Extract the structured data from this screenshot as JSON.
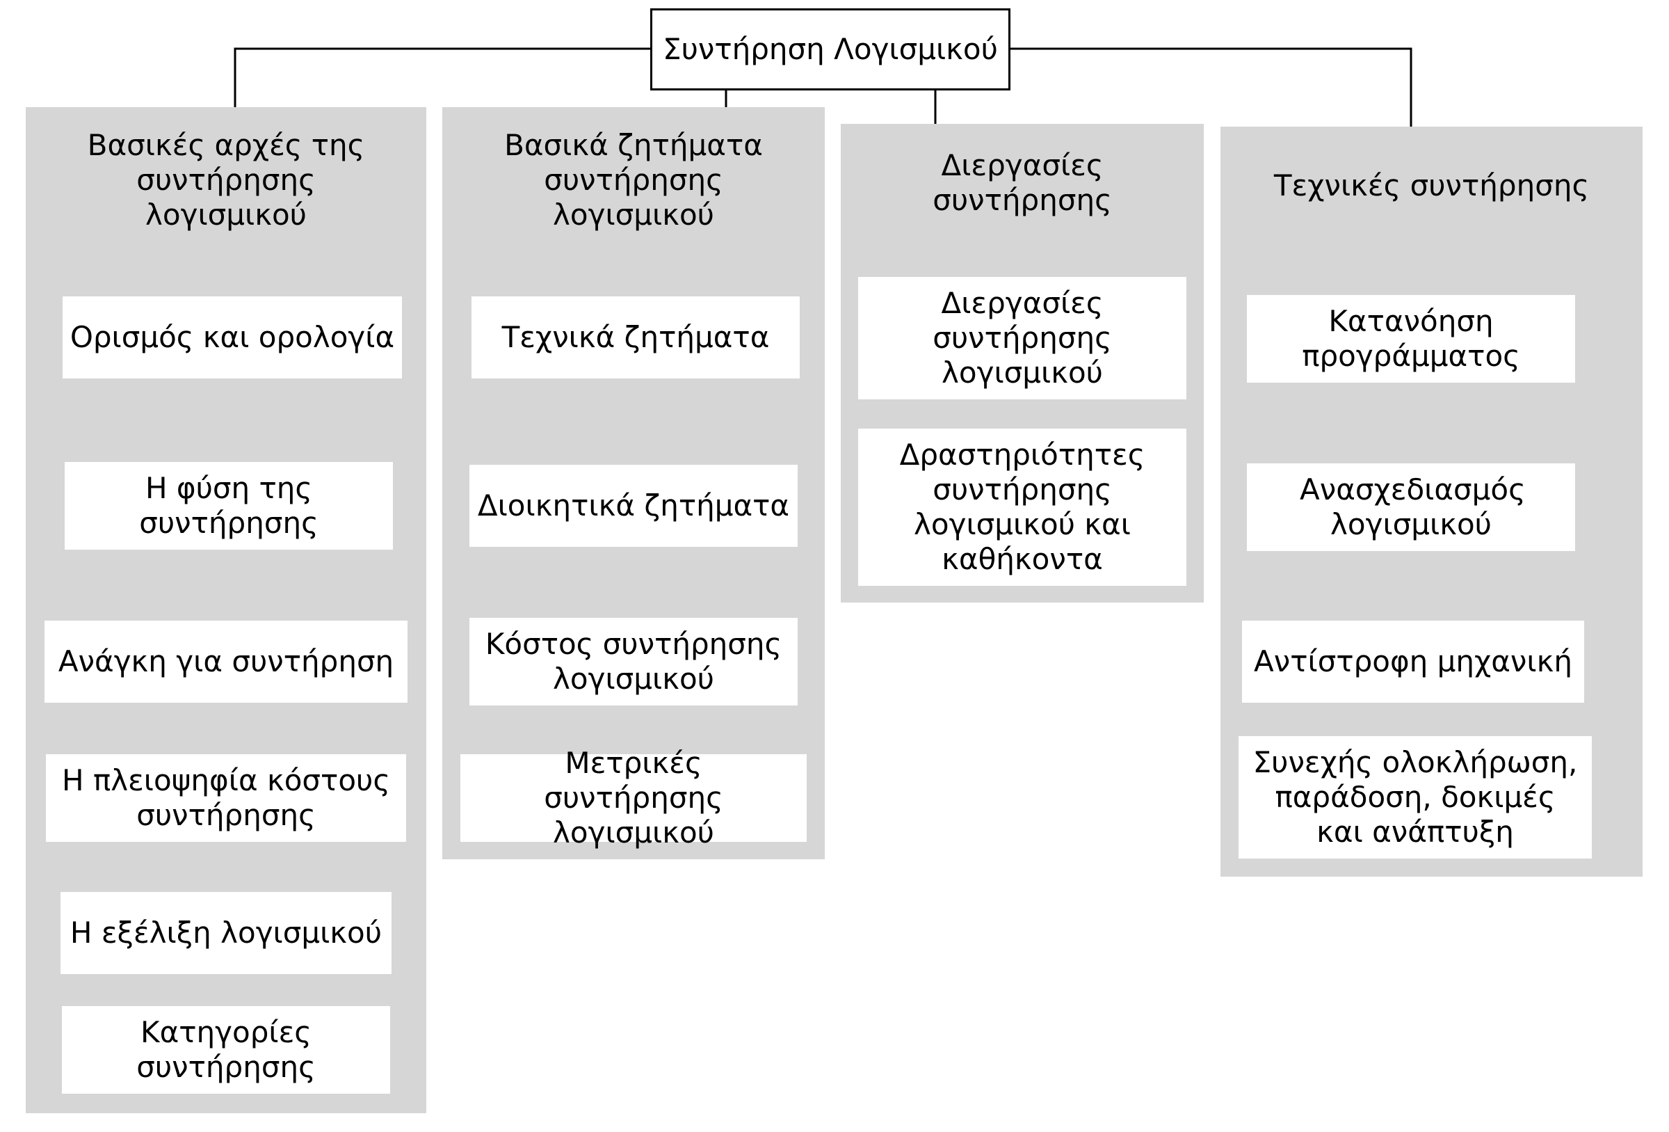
{
  "diagram": {
    "root": "Συντήρηση Λογισμικού",
    "columns": [
      {
        "title": "Βασικές αρχές της συντήρησης λογισμικού",
        "items": [
          "Ορισμός και ορολογία",
          "Η φύση της συντήρησης",
          "Ανάγκη για συντήρηση",
          "Η πλειοψηφία κόστους συντήρησης",
          "Η εξέλιξη λογισμικού",
          "Κατηγορίες συντήρησης"
        ]
      },
      {
        "title": "Βασικά ζητήματα συντήρησης λογισμικού",
        "items": [
          "Τεχνικά ζητήματα",
          "Διοικητικά ζητήματα",
          "Κόστος συντήρησης λογισμικού",
          "Μετρικές συντήρησης λογισμικού"
        ]
      },
      {
        "title": "Διεργασίες συντήρησης",
        "items": [
          "Διεργασίες συντήρησης λογισμικού",
          "Δραστηριότητες συντήρησης λογισμικού και καθήκοντα"
        ]
      },
      {
        "title": "Τεχνικές συντήρησης",
        "items": [
          "Κατανόηση προγράμματος",
          "Ανασχεδιασμός λογισμικού",
          "Αντίστροφη μηχανική",
          "Συνεχής ολοκλήρωση, παράδοση, δοκιμές και ανάπτυξη"
        ]
      }
    ]
  }
}
